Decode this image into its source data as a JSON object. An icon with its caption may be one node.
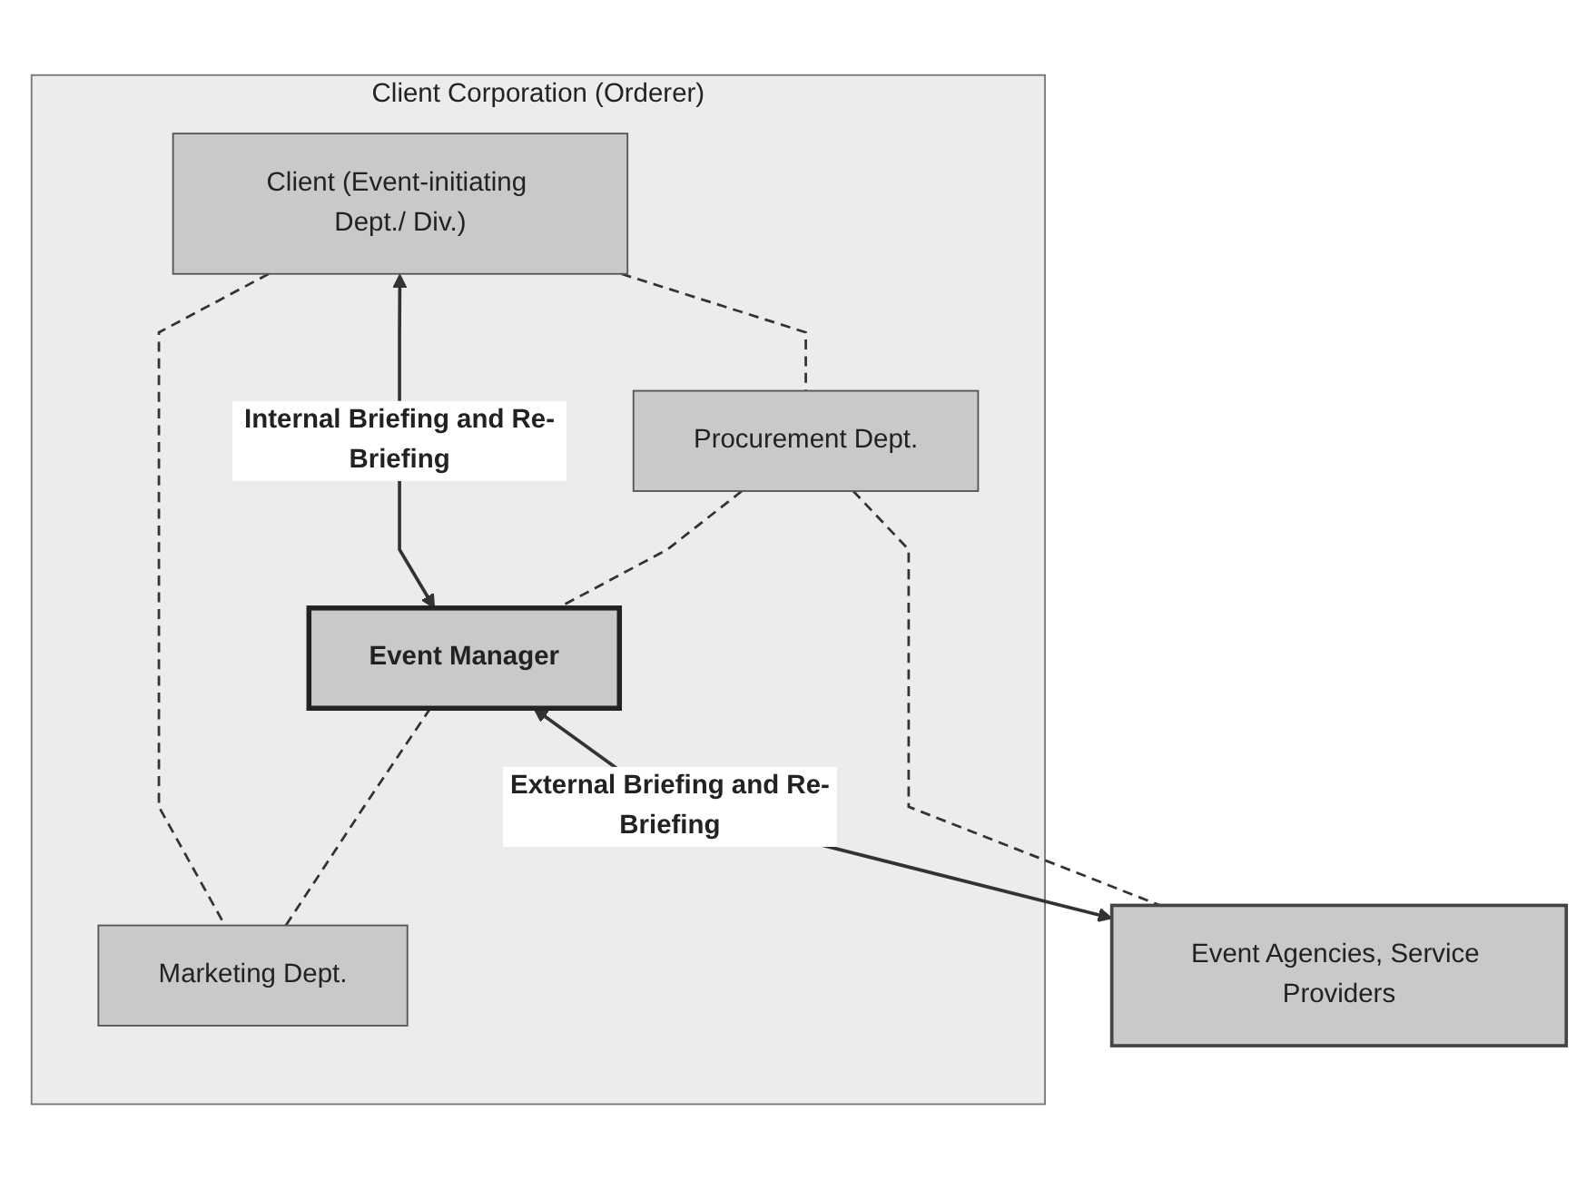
{
  "diagram": {
    "nodes": [
      {
        "text": [
          "Client Corporation (Orderer)"
        ]
      },
      {
        "text": [
          "Client (Event-initiating Dept./ Div.)"
        ],
        "in": 0
      },
      {
        "text": [
          "Procurement Dept."
        ],
        "in": 0
      },
      {
        "text": [
          "Event Manager"
        ],
        "in": 0
      },
      {
        "text": [
          "Marketing Dept."
        ],
        "in": 0
      },
      {
        "text": [
          "Event Agencies, Service Providers"
        ]
      }
    ],
    "edges": [
      {
        "from": 1,
        "to": 3,
        "arrow": "both",
        "label": "Internal Briefing and Re-Briefing"
      },
      {
        "from": 1,
        "to": 2,
        "arrow": "none",
        "style": "dashed"
      },
      {
        "from": 1,
        "to": 4,
        "arrow": "none",
        "style": "dashed"
      },
      {
        "from": 2,
        "to": 3,
        "arrow": "none",
        "style": "dashed"
      },
      {
        "from": 3,
        "to": 4,
        "arrow": "none",
        "style": "dashed"
      },
      {
        "from": 3,
        "to": 5,
        "arrow": "both",
        "label": "External Briefing and Re-Briefing"
      },
      {
        "from": 2,
        "to": 5,
        "arrow": "none",
        "style": "dashed"
      }
    ]
  }
}
